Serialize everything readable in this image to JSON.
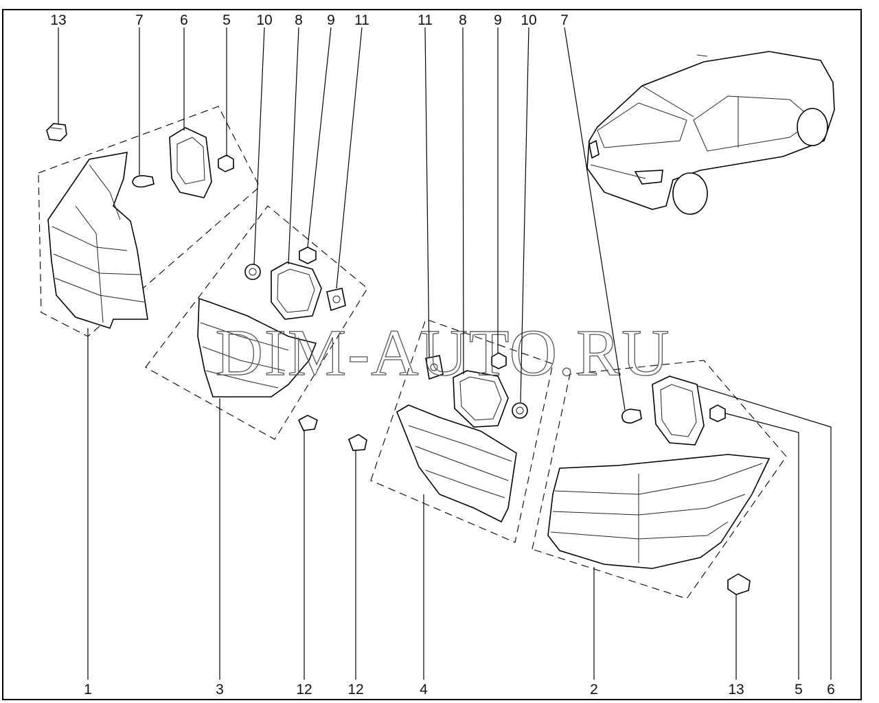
{
  "watermark": "DIM-AUTO.RU",
  "top_labels": [
    {
      "id": "t-13",
      "text": "13"
    },
    {
      "id": "t-7a",
      "text": "7"
    },
    {
      "id": "t-6",
      "text": "6"
    },
    {
      "id": "t-5",
      "text": "5"
    },
    {
      "id": "t-10a",
      "text": "10"
    },
    {
      "id": "t-8a",
      "text": "8"
    },
    {
      "id": "t-9a",
      "text": "9"
    },
    {
      "id": "t-11a",
      "text": "11"
    },
    {
      "id": "t-11b",
      "text": "11"
    },
    {
      "id": "t-8b",
      "text": "8"
    },
    {
      "id": "t-9b",
      "text": "9"
    },
    {
      "id": "t-10b",
      "text": "10"
    },
    {
      "id": "t-7b",
      "text": "7"
    }
  ],
  "bottom_labels": [
    {
      "id": "b-1",
      "text": "1"
    },
    {
      "id": "b-3",
      "text": "3"
    },
    {
      "id": "b-12a",
      "text": "12"
    },
    {
      "id": "b-12b",
      "text": "12"
    },
    {
      "id": "b-4",
      "text": "4"
    },
    {
      "id": "b-2",
      "text": "2"
    },
    {
      "id": "b-13",
      "text": "13"
    },
    {
      "id": "b-5",
      "text": "5"
    },
    {
      "id": "b-6",
      "text": "6"
    }
  ]
}
